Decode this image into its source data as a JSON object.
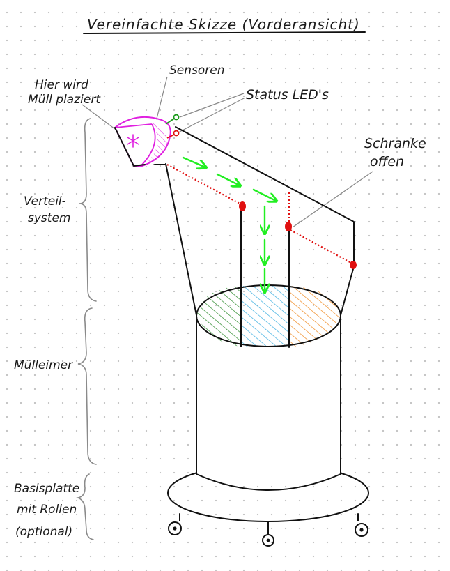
{
  "title": "Vereinfachte Skizze (Vorderansicht)",
  "labels": {
    "mull_placement_line1": "Hier wird",
    "mull_placement_line2": "Müll plaziert",
    "sensors": "Sensoren",
    "status_leds": "Status LED's",
    "barrier_line1": "Schranke",
    "barrier_line2": "offen",
    "distribution_line1": "Verteil-",
    "distribution_line2": "system",
    "bin": "Mülleimer",
    "base_line1": "Basisplatte",
    "base_line2": "mit Rollen",
    "base_line3": "(optional)"
  },
  "colors": {
    "ink": "#111111",
    "funnel": "#e020e0",
    "led_green": "#1a9a1a",
    "led_red": "#e01010",
    "barrier": "#e01010",
    "flow_arrows": "#22ee22",
    "compartment_left": "#2a8a2a",
    "compartment_middle": "#3aaee0",
    "compartment_right": "#f08a20",
    "braces": "#8a8a8a"
  }
}
